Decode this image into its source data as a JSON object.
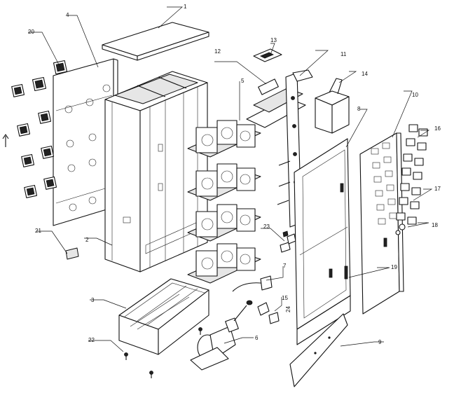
{
  "callouts": [
    {
      "id": "c1",
      "text": "1"
    },
    {
      "id": "c2",
      "text": "2"
    },
    {
      "id": "c3",
      "text": "3"
    },
    {
      "id": "c4",
      "text": "4"
    },
    {
      "id": "c5",
      "text": "5"
    },
    {
      "id": "c6",
      "text": "6"
    },
    {
      "id": "c7",
      "text": "7"
    },
    {
      "id": "c8",
      "text": "8"
    },
    {
      "id": "c9",
      "text": "9"
    },
    {
      "id": "c10",
      "text": "10"
    },
    {
      "id": "c11",
      "text": "11"
    },
    {
      "id": "c12",
      "text": "12"
    },
    {
      "id": "c13",
      "text": "13"
    },
    {
      "id": "c14",
      "text": "14"
    },
    {
      "id": "c15",
      "text": "15"
    },
    {
      "id": "c16",
      "text": "16"
    },
    {
      "id": "c17",
      "text": "17"
    },
    {
      "id": "c18",
      "text": "18"
    },
    {
      "id": "c19",
      "text": "19"
    },
    {
      "id": "c20",
      "text": "20"
    },
    {
      "id": "c21",
      "text": "21"
    },
    {
      "id": "c22",
      "text": "22"
    },
    {
      "id": "c23",
      "text": "23"
    },
    {
      "id": "c24",
      "text": "24"
    }
  ]
}
